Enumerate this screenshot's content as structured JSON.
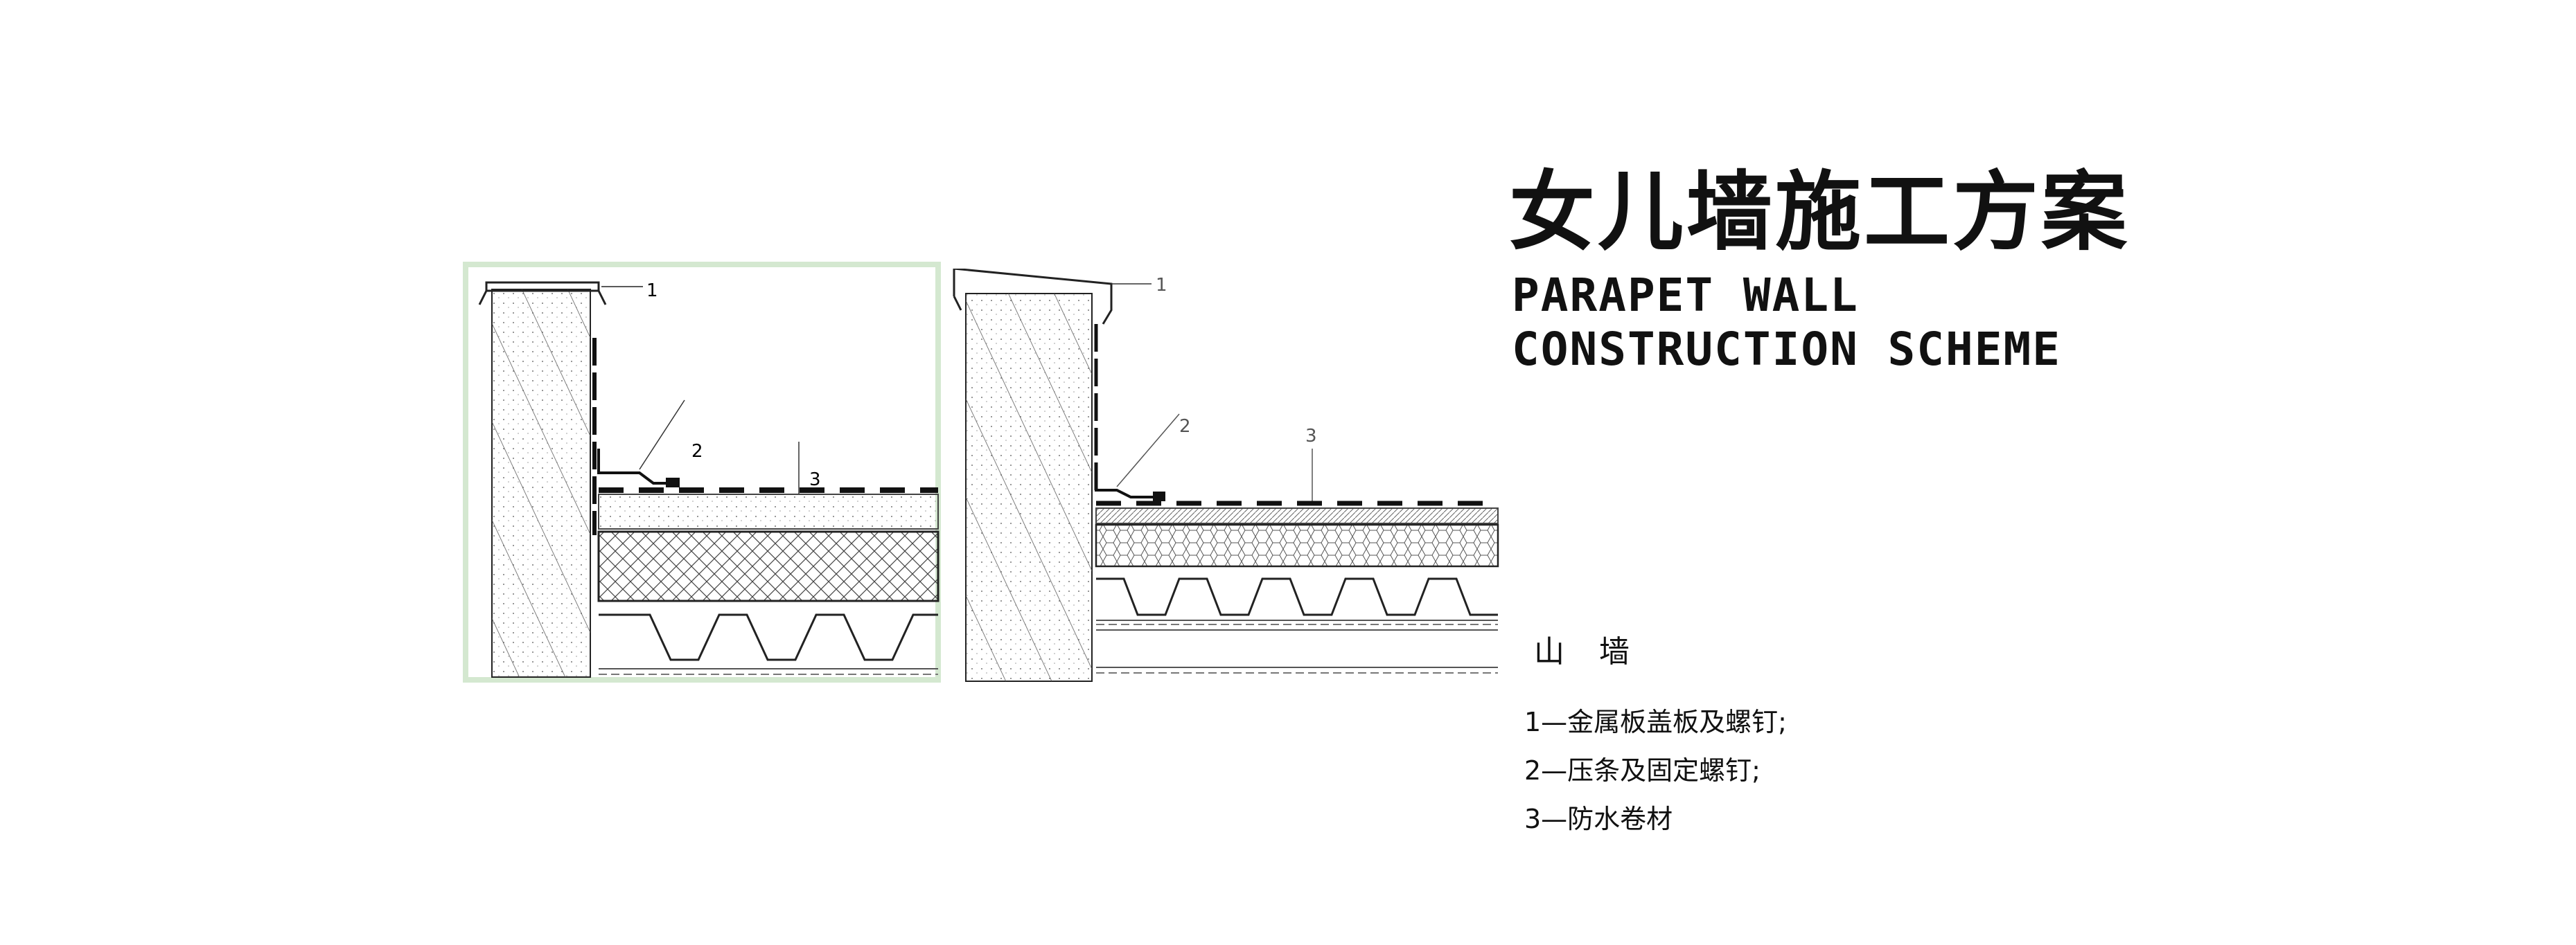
{
  "title_cn": "女儿墙施工方案",
  "title_en": [
    "PARAPET WALL",
    "CONSTRUCTION SCHEME"
  ],
  "section_label": "山 墙",
  "legend": [
    "1—金属板盖板及螺钉;",
    "2—压条及固定螺钉;",
    "3—防水卷材"
  ],
  "drawing_callouts": {
    "left": [
      "1",
      "2",
      "3"
    ],
    "right": [
      "1",
      "2",
      "3"
    ]
  },
  "colors": {
    "highlight_frame": "#d4e8d0",
    "line": "#222222"
  }
}
